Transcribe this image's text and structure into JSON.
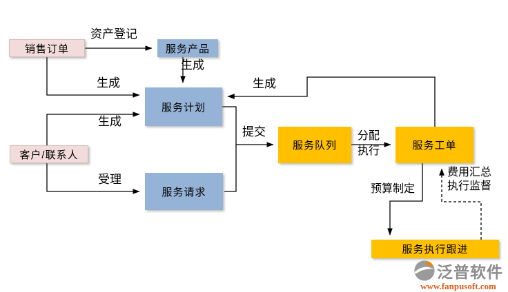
{
  "diagram": {
    "nodes": {
      "sales_order": {
        "label": "销售订单",
        "color": "#f2dcdb"
      },
      "customer_contact": {
        "label": "客户/联系人",
        "color": "#f2dcdb"
      },
      "service_product": {
        "label": "服务产品",
        "color": "#95b3d7"
      },
      "service_plan": {
        "label": "服务计划",
        "color": "#95b3d7"
      },
      "service_request": {
        "label": "服务请求",
        "color": "#95b3d7"
      },
      "service_queue": {
        "label": "服务队列",
        "color": "#ffc000"
      },
      "service_workorder": {
        "label": "服务工单",
        "color": "#ffc000"
      },
      "service_follow": {
        "label": "服务执行跟进",
        "color": "#ffc000"
      }
    },
    "edge_labels": {
      "asset_register": "资产登记",
      "generate_sales": "生成",
      "generate_product": "生成",
      "generate_feedback": "生成",
      "generate_customer": "生成",
      "accept": "受理",
      "submit": "提交",
      "assign": "分配",
      "execute": "执行",
      "budget": "预算制定",
      "cost_summary": "费用汇总",
      "supervision": "执行监督"
    },
    "line_color": "#000000"
  },
  "watermark": {
    "brand": "泛普软件",
    "url": "www.fanpusoft.com",
    "brand_color": "#8c8c8c",
    "url_color": "#dd5f1c",
    "icon": "fanpu-swoosh-circle"
  }
}
